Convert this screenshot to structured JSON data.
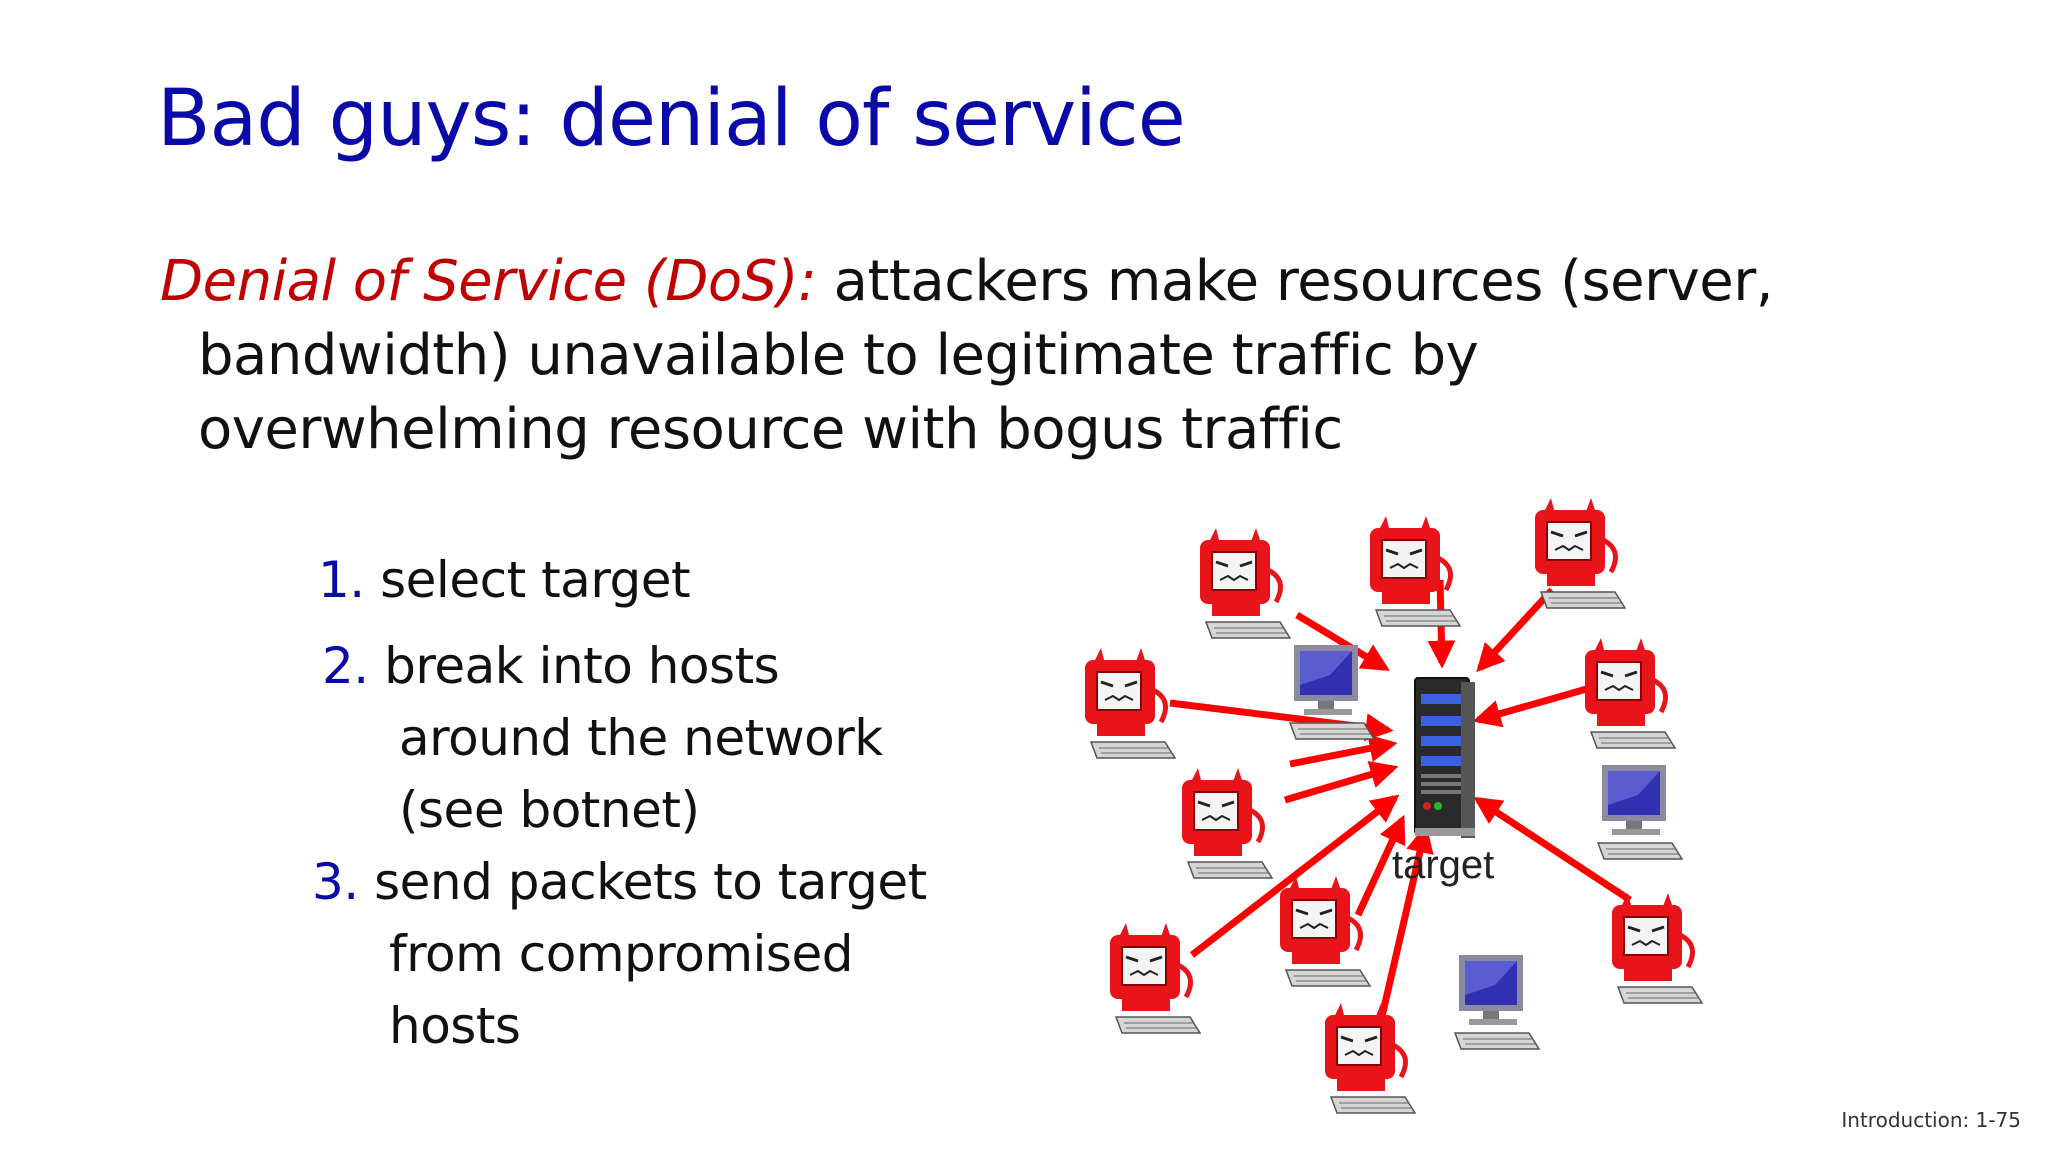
{
  "slide": {
    "title": "Bad guys: denial of service",
    "definition": {
      "term": "Denial of Service (DoS):",
      "line1_rest": "attackers make resources (server,",
      "line2": "bandwidth) unavailable to legitimate traffic by",
      "line3": "overwhelming resource with bogus traffic"
    },
    "steps": [
      {
        "num": "1.",
        "lines": [
          "select target"
        ]
      },
      {
        "num": "2.",
        "lines": [
          "break into hosts",
          "around the network",
          "(see botnet)"
        ]
      },
      {
        "num": "3.",
        "lines": [
          "send packets to target",
          "from compromised",
          "hosts"
        ]
      }
    ],
    "diagram": {
      "target_label": "target",
      "colors": {
        "arrow": "#ff0000",
        "devil": "#e8141a",
        "screen": "#3030b0",
        "server": "#2a2a2a"
      }
    },
    "footer": "Introduction: 1-75"
  }
}
